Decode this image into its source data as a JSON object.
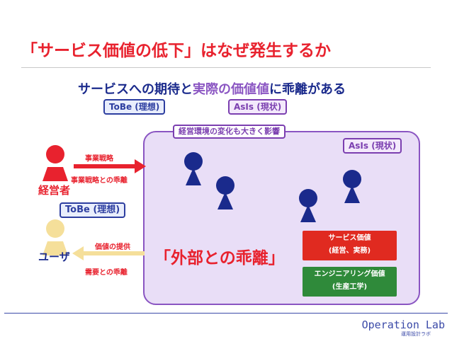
{
  "title": "「サービス価値の低下」はなぜ発生するか",
  "subtitle": {
    "part1": "サービスへの期待",
    "part2": "と",
    "part3": "実際の価値値",
    "part4": "に乖離がある"
  },
  "tags": {
    "tobe": "ToBe (理想)",
    "asis": "AsIs (現状)",
    "environment": "経営環境の変化も大きく影響",
    "asis_org": "AsIs (現状)",
    "tobe_left": "ToBe (理想)"
  },
  "roles": {
    "management": "経営者",
    "user": "ユーザ"
  },
  "arrows": {
    "strategy": "事業戦略",
    "strategy_gap": "事業戦略との乖離",
    "value_provision": "価値の提供",
    "demand_gap": "需要との乖離"
  },
  "main_gap": "「外部との乖離」",
  "value_boxes": {
    "service_value_line1": "サービス価値",
    "service_value_line2": "(経営、実務)",
    "engineering_value_line1": "エンジニアリング価値",
    "engineering_value_line2": "(生産工学)"
  },
  "footer": {
    "brand": "Operation Lab",
    "brand_sub": "運用設計ラボ"
  },
  "colors": {
    "red": "#e8222e",
    "navy": "#1a2a8c",
    "purple": "#8a55c2",
    "light_purple": "#e9def7",
    "yellow_person": "#f5df9a",
    "green_box": "#2f8a3a",
    "red_box": "#e02a20"
  }
}
